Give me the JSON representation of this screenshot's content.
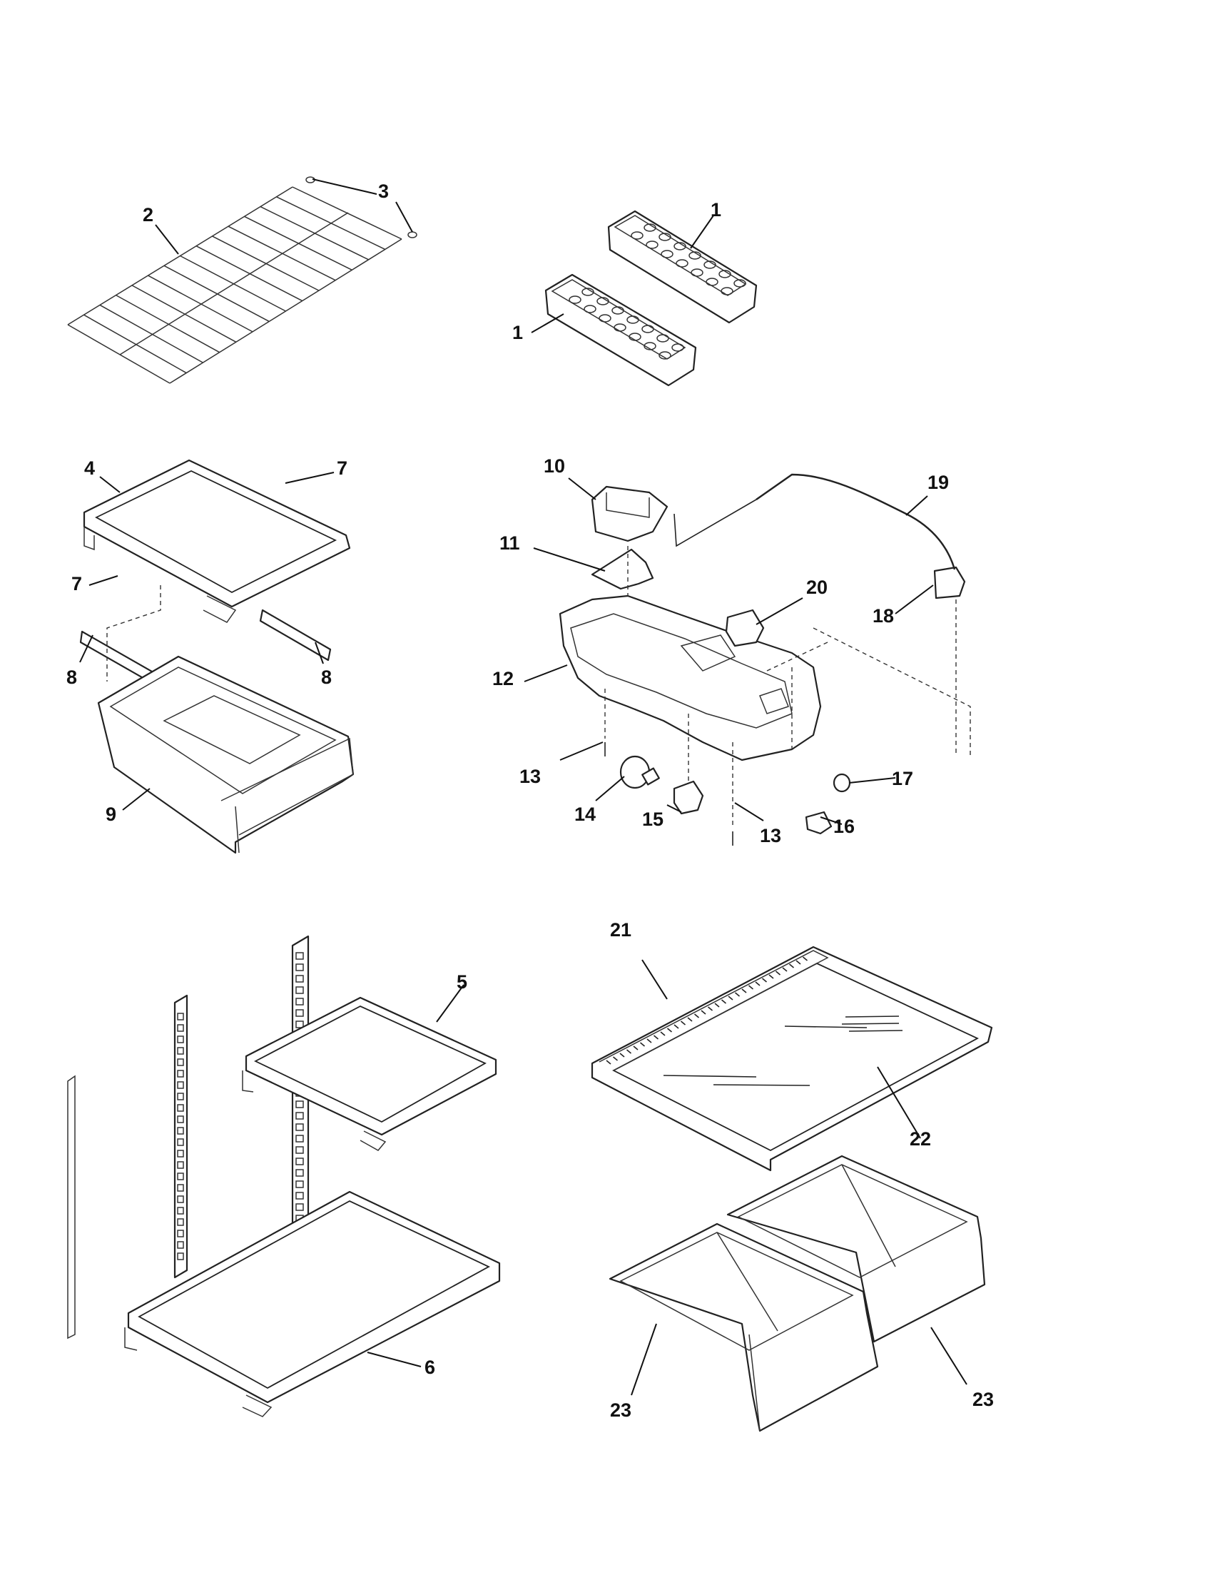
{
  "callouts": [
    {
      "id": "c3",
      "text": "3"
    },
    {
      "id": "c2",
      "text": "2"
    },
    {
      "id": "c1a",
      "text": "1"
    },
    {
      "id": "c1b",
      "text": "1"
    },
    {
      "id": "c4",
      "text": "4"
    },
    {
      "id": "c7a",
      "text": "7"
    },
    {
      "id": "c7b",
      "text": "7"
    },
    {
      "id": "c8a",
      "text": "8"
    },
    {
      "id": "c8b",
      "text": "8"
    },
    {
      "id": "c9",
      "text": "9"
    },
    {
      "id": "c10",
      "text": "10"
    },
    {
      "id": "c11",
      "text": "11"
    },
    {
      "id": "c12",
      "text": "12"
    },
    {
      "id": "c13a",
      "text": "13"
    },
    {
      "id": "c13b",
      "text": "13"
    },
    {
      "id": "c14",
      "text": "14"
    },
    {
      "id": "c15",
      "text": "15"
    },
    {
      "id": "c16",
      "text": "16"
    },
    {
      "id": "c17",
      "text": "17"
    },
    {
      "id": "c18",
      "text": "18"
    },
    {
      "id": "c19",
      "text": "19"
    },
    {
      "id": "c20",
      "text": "20"
    },
    {
      "id": "c21",
      "text": "21"
    },
    {
      "id": "c22",
      "text": "22"
    },
    {
      "id": "c5",
      "text": "5"
    },
    {
      "id": "c6",
      "text": "6"
    },
    {
      "id": "c23a",
      "text": "23"
    },
    {
      "id": "c23b",
      "text": "23"
    }
  ]
}
